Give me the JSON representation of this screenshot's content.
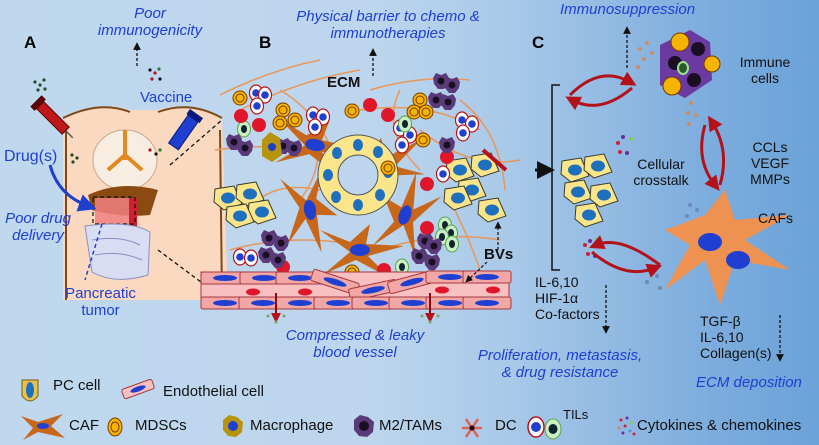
{
  "panels": {
    "a": {
      "letter": "A",
      "outcome_top": [
        "Poor",
        "immunogenicity"
      ],
      "vaccine_label": "Vaccine",
      "drug_label": "Drug(s)",
      "outcome_left": [
        "Poor drug",
        "delivery"
      ],
      "tumor_label": [
        "Pancreatic",
        "tumor"
      ]
    },
    "b": {
      "letter": "B",
      "outcome_top": [
        "Physical barrier to chemo &",
        "immunotherapies"
      ],
      "ecm_label": "ECM",
      "bvs_label": "BVs",
      "outcome_bottom": [
        "Compressed & leaky",
        "blood vessel"
      ]
    },
    "c": {
      "letter": "C",
      "outcome_top": "Immunosuppression",
      "immune_label": [
        "Immune",
        "cells"
      ],
      "crosstalk_label": [
        "Cellular",
        "crosstalk"
      ],
      "immune_factors": [
        "CCLs",
        "VEGF",
        "MMPs"
      ],
      "cafs_label": "CAFs",
      "tumor_factors": [
        "IL-6,10",
        "HIF-1α",
        "Co-factors"
      ],
      "caf_factors": [
        "TGF-β",
        "IL-6,10",
        "Collagen(s)"
      ],
      "outcome_tumor": [
        "Proliferation, metastasis,",
        "& drug resistance"
      ],
      "outcome_caf": "ECM deposition"
    }
  },
  "legend": {
    "row1": [
      {
        "icon": "pc-cell-icon",
        "label": "PC cell"
      },
      {
        "icon": "endothelial-cell-icon",
        "label": "Endothelial cell"
      }
    ],
    "row2": [
      {
        "icon": "caf-icon",
        "label": "CAF"
      },
      {
        "icon": "mdsc-icon",
        "label": "MDSCs"
      },
      {
        "icon": "macrophage-icon",
        "label": "Macrophage"
      },
      {
        "icon": "m2-tam-icon",
        "label": "M2/TAMs"
      },
      {
        "icon": "dc-icon",
        "label": "DC"
      },
      {
        "icon": "til-icon",
        "label": "TILs"
      },
      {
        "icon": "cytokine-icon",
        "label": "Cytokines & chemokines"
      }
    ]
  },
  "colors": {
    "annotation_blue": "#1f3fd0",
    "arrow_red": "#b3121a",
    "caf_orange": "#c8661a",
    "pc_yellow": "#fbe58a",
    "nucleus_blue": "#1f6fbf",
    "endothelial_pink": "#f2a7a7",
    "tam_purple": "#5b3a7a"
  }
}
